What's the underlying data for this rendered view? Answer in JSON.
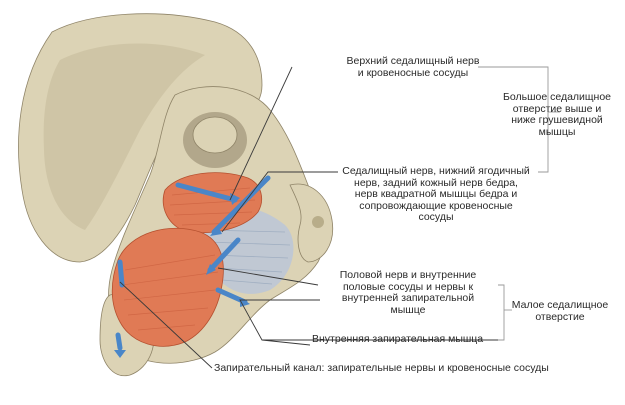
{
  "colors": {
    "bone": "#dcd3b5",
    "bone_shadow": "#b8ad8a",
    "bone_dark": "#8f8468",
    "muscle": "#e07a55",
    "muscle_light": "#f0a184",
    "ligament": "#bcc7d6",
    "nerve_arrow": "#4a86c8",
    "leader": "#3a3a3a",
    "bracket": "#9a9a9a"
  },
  "labels": {
    "superior_gluteal": "Верхний седалищный нерв\nи кровеносные сосуды",
    "greater_foramen": "Большое седалищное\nотверстие выше и\nниже грушевидной\nмышцы",
    "sciatic_nerve": "Седалищный нерв, нижний ягодичный\nнерв, задний кожный нерв бедра,\nнерв квадратной мышцы бедра и\nсопровождающие кровеносные\nсосуды",
    "pudendal": "Половой нерв и внутренние\nполовые сосуды и нервы к\nвнутренней запирательной\nмышце",
    "lesser_foramen": "Малое седалищное\nотверстие",
    "obturator_internus": "Внутренняя запирательная мышца",
    "obturator_canal": "Запирательный канал: запирательные нервы и кровеносные сосуды"
  }
}
